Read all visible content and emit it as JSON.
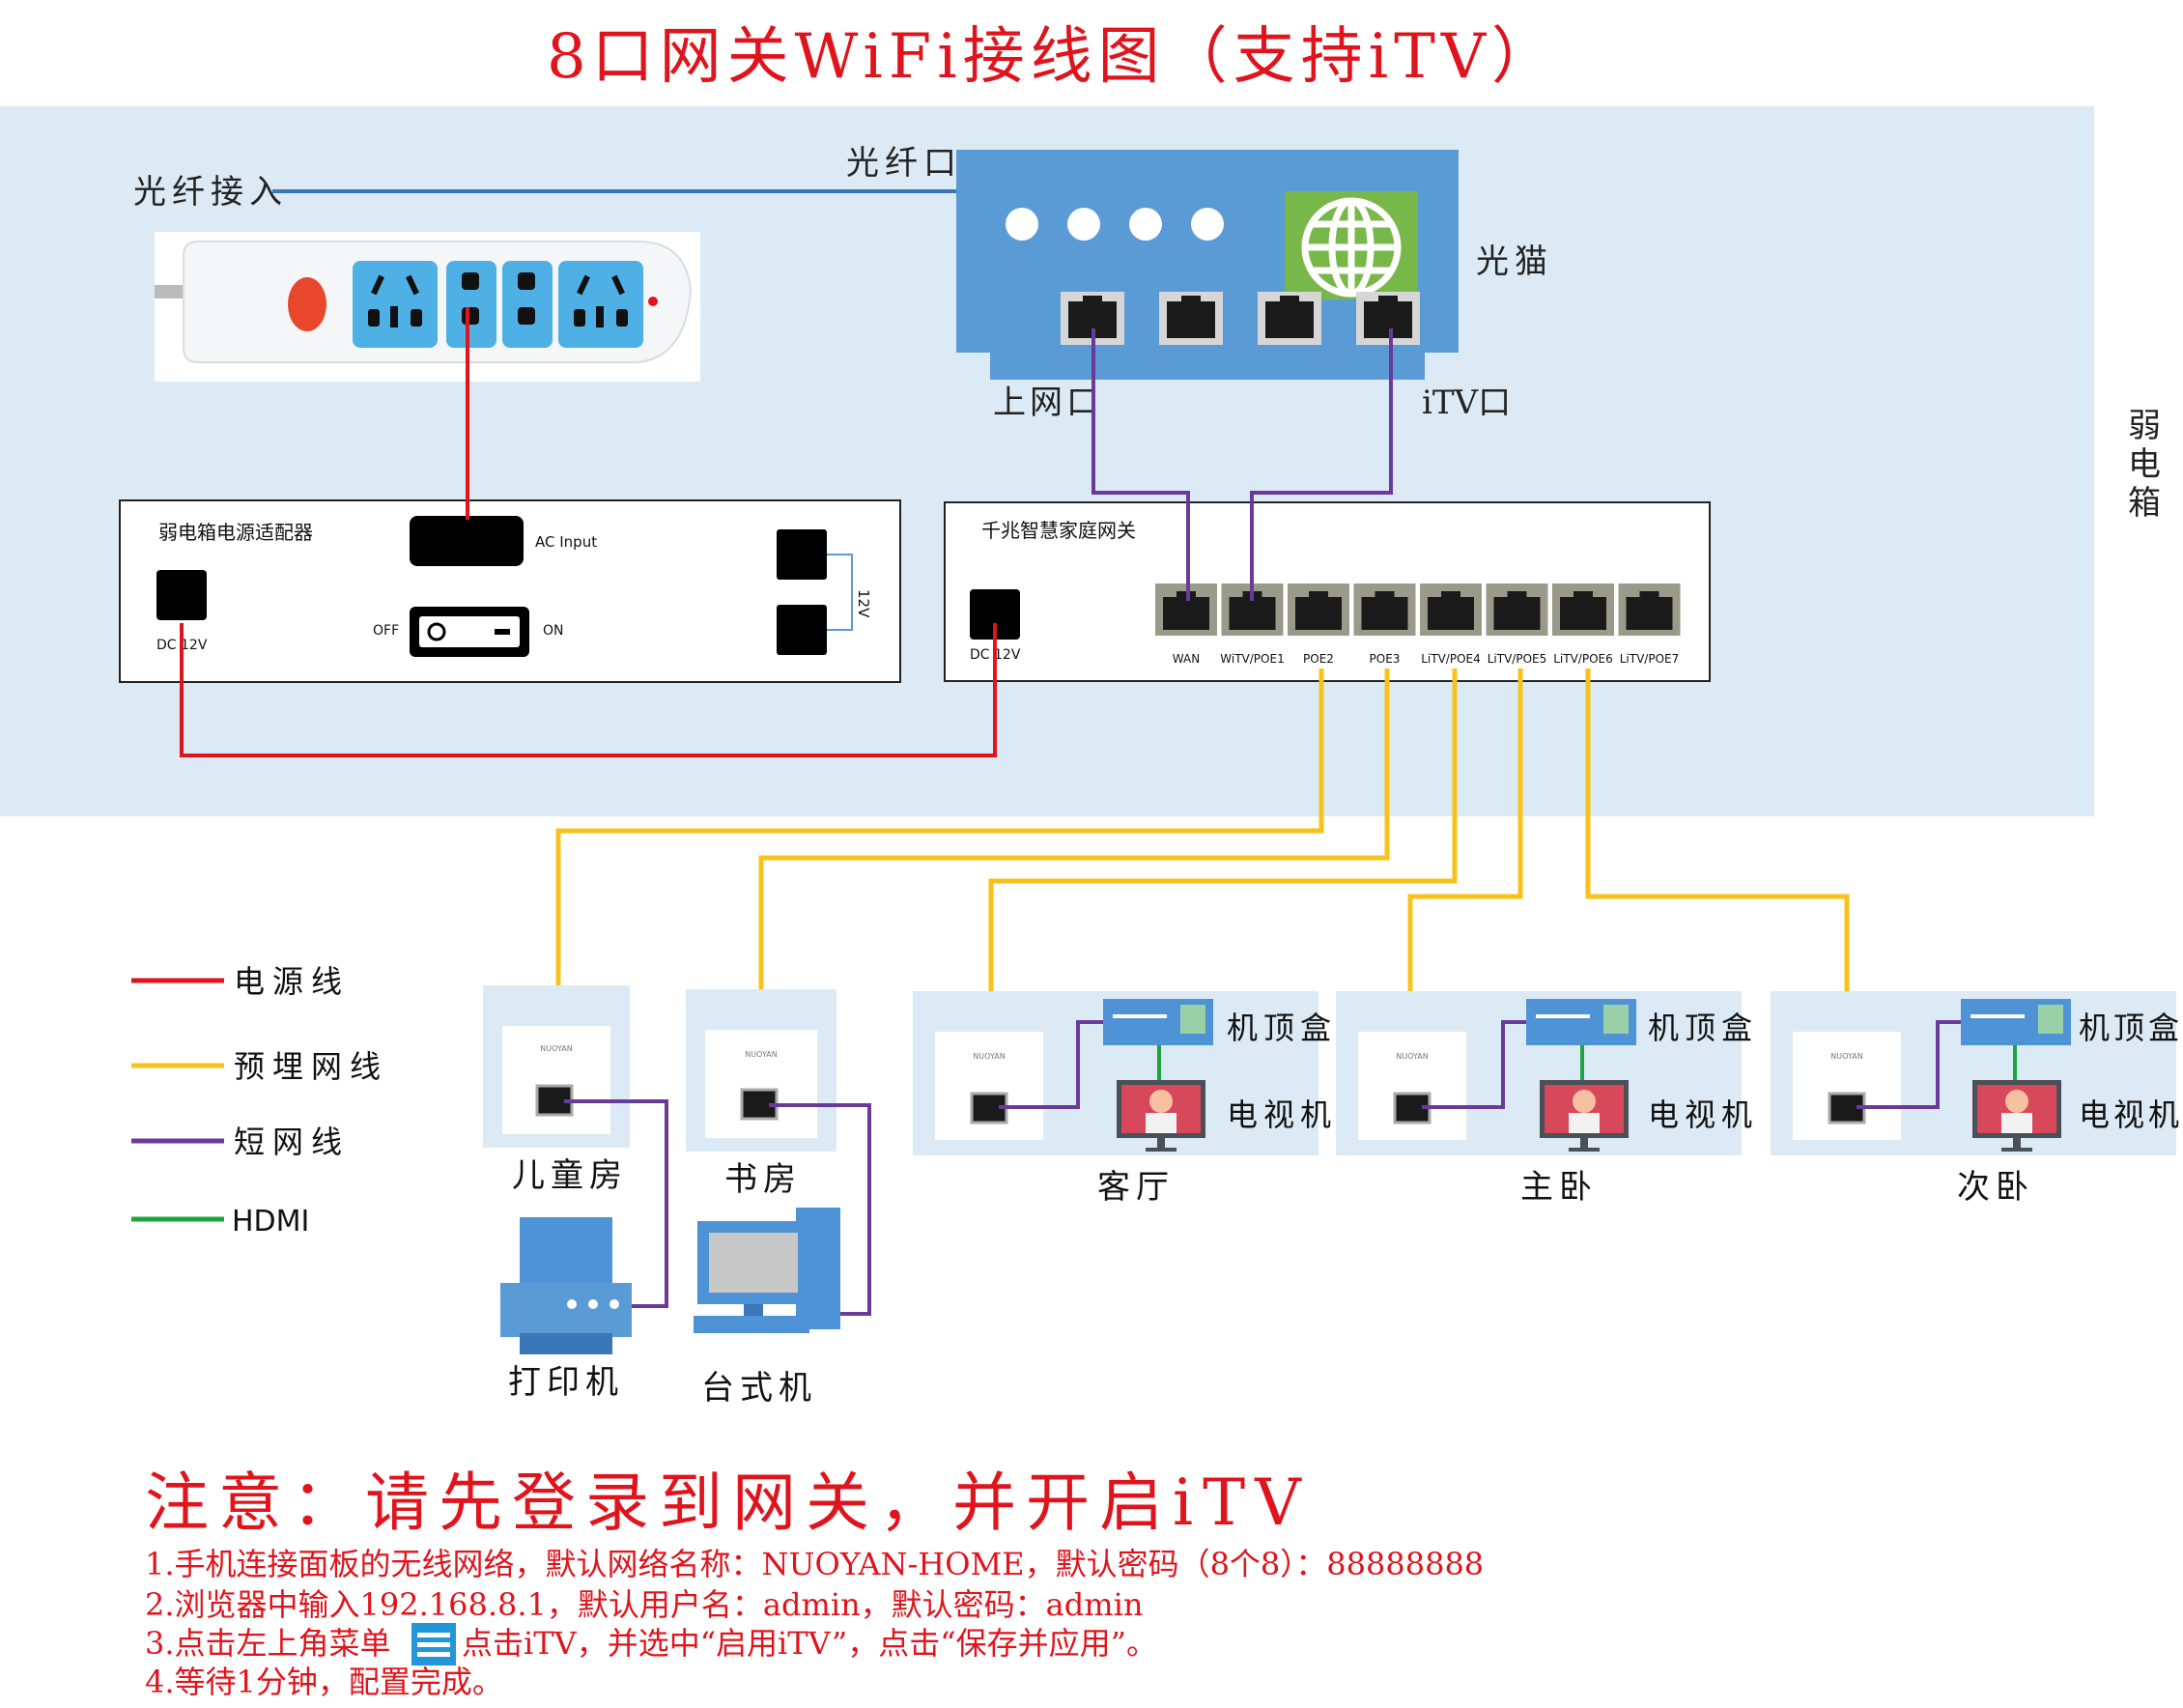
{
  "title": "8口网关WiFi接线图（支持iTV）",
  "box_label": "弱电箱",
  "fiber": {
    "in_label": "光纤接入",
    "port_label": "光纤口"
  },
  "modem": {
    "label": "光猫",
    "up_label": "上网口",
    "itv_label": "iTV口"
  },
  "adapter": {
    "title": "弱电箱电源适配器",
    "ac_label": "AC Input",
    "dc_label": "DC 12V",
    "off_label": "OFF",
    "on_label": "ON",
    "v_label": "12V"
  },
  "gateway": {
    "title": "千兆智慧家庭网关",
    "dc_label": "DC 12V",
    "ports": [
      "WAN",
      "WiTV/POE1",
      "POE2",
      "POE3",
      "LiTV/POE4",
      "LiTV/POE5",
      "LiTV/POE6",
      "LiTV/POE7"
    ]
  },
  "legend": [
    {
      "label": "电源线",
      "color": "#e0141c"
    },
    {
      "label": "预埋网线",
      "color": "#f7c31a"
    },
    {
      "label": "短网线",
      "color": "#6a3a9b"
    },
    {
      "label": "HDMI",
      "color": "#1aa63c"
    }
  ],
  "panel_brand": "NUOYAN",
  "rooms": [
    {
      "name": "儿童房",
      "device": "打印机"
    },
    {
      "name": "书房",
      "device": "台式机"
    },
    {
      "name": "客厅",
      "stb": "机顶盒",
      "tv": "电视机"
    },
    {
      "name": "主卧",
      "stb": "机顶盒",
      "tv": "电视机"
    },
    {
      "name": "次卧",
      "stb": "机顶盒",
      "tv": "电视机"
    }
  ],
  "note": {
    "heading": "注意：请先登录到网关，并开启iTV",
    "lines": [
      "1.手机连接面板的无线网络，默认网络名称：NUOYAN-HOME，默认密码（8个8）：88888888",
      "2.浏览器中输入192.168.8.1，默认用户名：admin，默认密码：admin",
      "4.等待1分钟，配置完成。"
    ],
    "line3_a": "3.点击左上角菜单",
    "line3_b": "点击iTV，并选中“启用iTV”，点击“保存并应用”。"
  },
  "colors": {
    "power": "#e0141c",
    "cable": "#f7c31a",
    "short": "#6a3a9b",
    "hdmi": "#1aa63c",
    "box_bg": "#dceaf5",
    "title": "#e0141c",
    "modem": "#5b9bd5"
  }
}
